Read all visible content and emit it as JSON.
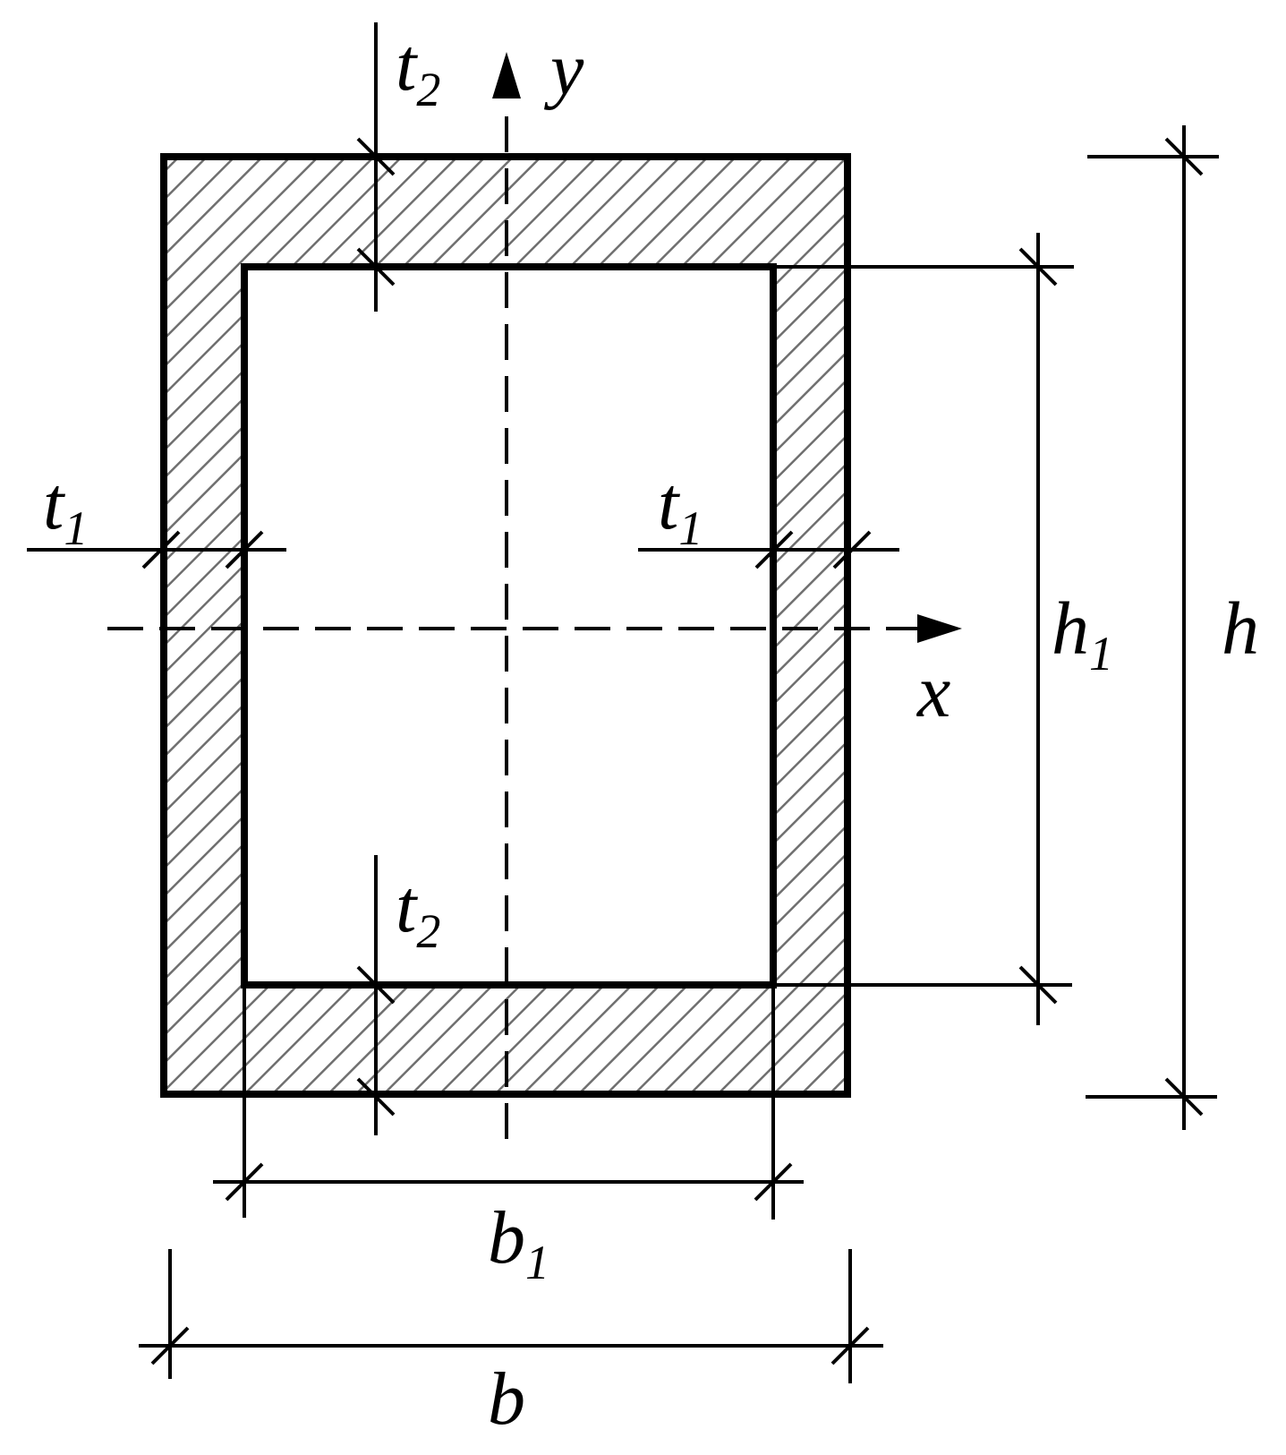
{
  "labels": {
    "axis_x": "x",
    "axis_y": "y",
    "outer_width": "b",
    "inner_width": {
      "base": "b",
      "sub": "1"
    },
    "outer_height": "h",
    "inner_height": {
      "base": "h",
      "sub": "1"
    },
    "side_thickness_left": {
      "base": "t",
      "sub": "1"
    },
    "side_thickness_right": {
      "base": "t",
      "sub": "1"
    },
    "flange_thickness_top": {
      "base": "t",
      "sub": "2"
    },
    "flange_thickness_bottom": {
      "base": "t",
      "sub": "2"
    }
  },
  "colors": {
    "ink": "#000000",
    "hatch": "#6f6f6f",
    "paper": "#ffffff"
  }
}
